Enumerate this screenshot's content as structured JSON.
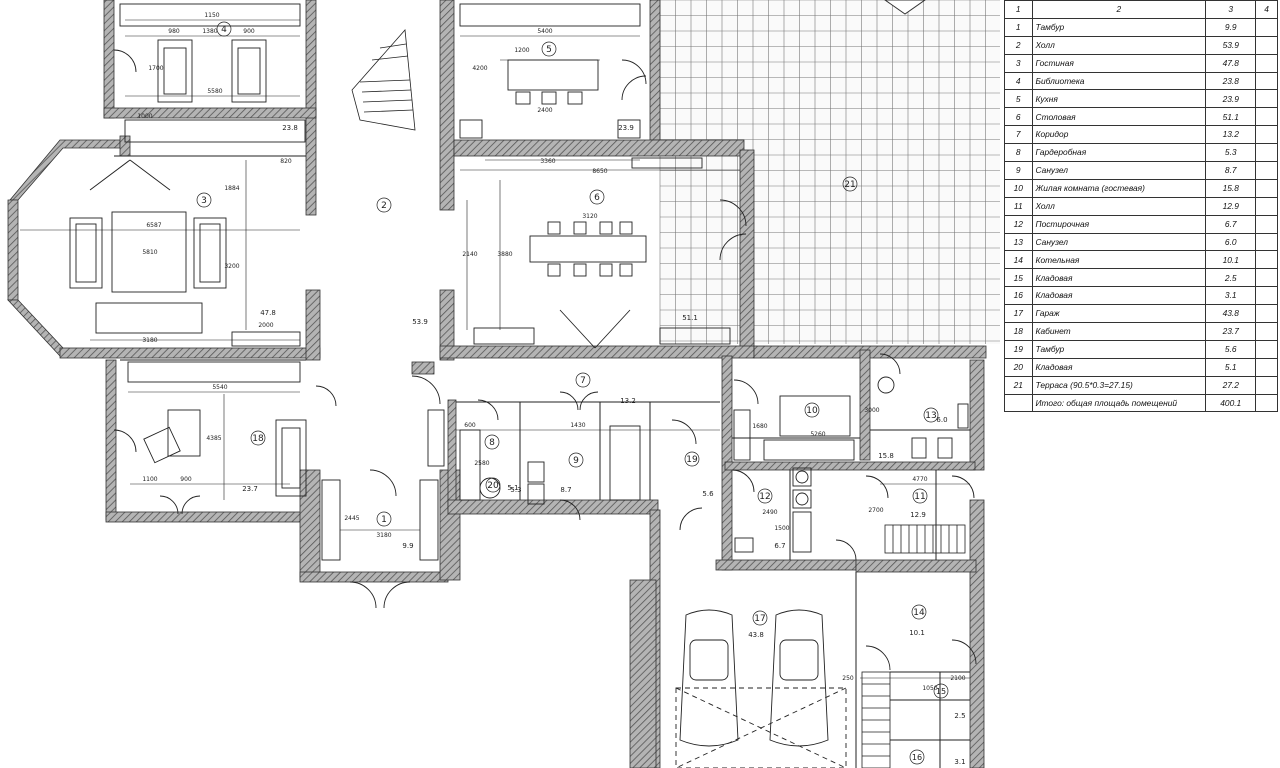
{
  "explication": {
    "header": [
      "1",
      "2",
      "3",
      "4"
    ],
    "rows": [
      {
        "no": "1",
        "name": "Тамбур",
        "area": "9.9"
      },
      {
        "no": "2",
        "name": "Холл",
        "area": "53.9"
      },
      {
        "no": "3",
        "name": "Гостиная",
        "area": "47.8"
      },
      {
        "no": "4",
        "name": "Библиотека",
        "area": "23.8"
      },
      {
        "no": "5",
        "name": "Кухня",
        "area": "23.9"
      },
      {
        "no": "6",
        "name": "Столовая",
        "area": "51.1"
      },
      {
        "no": "7",
        "name": "Коридор",
        "area": "13.2"
      },
      {
        "no": "8",
        "name": "Гардеробная",
        "area": "5.3"
      },
      {
        "no": "9",
        "name": "Санузел",
        "area": "8.7"
      },
      {
        "no": "10",
        "name": "Жилая комната (гостевая)",
        "area": "15.8"
      },
      {
        "no": "11",
        "name": "Холл",
        "area": "12.9"
      },
      {
        "no": "12",
        "name": "Постирочная",
        "area": "6.7"
      },
      {
        "no": "13",
        "name": "Санузел",
        "area": "6.0"
      },
      {
        "no": "14",
        "name": "Котельная",
        "area": "10.1"
      },
      {
        "no": "15",
        "name": "Кладовая",
        "area": "2.5"
      },
      {
        "no": "16",
        "name": "Кладовая",
        "area": "3.1"
      },
      {
        "no": "17",
        "name": "Гараж",
        "area": "43.8"
      },
      {
        "no": "18",
        "name": "Кабинет",
        "area": "23.7"
      },
      {
        "no": "19",
        "name": "Тамбур",
        "area": "5.6"
      },
      {
        "no": "20",
        "name": "Кладовая",
        "area": "5.1"
      },
      {
        "no": "21",
        "name": "Терраса (90.5*0.3=27.15)",
        "area": "27.2"
      }
    ],
    "total": {
      "name": "Итого: общая площадь помещений",
      "area": "400.1"
    }
  },
  "rooms": {
    "r1": {
      "no": "1",
      "area": "9.9"
    },
    "r2": {
      "no": "2",
      "area": "53.9"
    },
    "r3": {
      "no": "3",
      "area": "47.8"
    },
    "r4": {
      "no": "4",
      "area": "23.8"
    },
    "r5": {
      "no": "5",
      "area": "23.9"
    },
    "r6": {
      "no": "6",
      "area": "51.1"
    },
    "r7": {
      "no": "7",
      "area": "13.2"
    },
    "r8": {
      "no": "8",
      "area": "5.3"
    },
    "r9": {
      "no": "9",
      "area": "8.7"
    },
    "r10": {
      "no": "10",
      "area": "15.8"
    },
    "r11": {
      "no": "11",
      "area": "12.9"
    },
    "r12": {
      "no": "12",
      "area": "6.7"
    },
    "r13": {
      "no": "13",
      "area": "6.0"
    },
    "r14": {
      "no": "14",
      "area": "10.1"
    },
    "r15": {
      "no": "15",
      "area": "2.5"
    },
    "r16": {
      "no": "16",
      "area": "3.1"
    },
    "r17": {
      "no": "17",
      "area": "43.8"
    },
    "r18": {
      "no": "18",
      "area": "23.7"
    },
    "r19": {
      "no": "19",
      "area": "5.6"
    },
    "r20": {
      "no": "20",
      "area": "5.1"
    },
    "r21": {
      "no": "21"
    }
  },
  "dims": {
    "d1150": "1150",
    "d980": "980",
    "d1380": "1380",
    "d900a": "900",
    "d5580": "5580",
    "d1700a": "1700",
    "d1000a": "1000",
    "d820": "820",
    "d6587": "6587",
    "d1884": "1884",
    "d3200a": "3200",
    "d5810": "5810",
    "d2000a": "2000",
    "d3180a": "3180",
    "d5400": "5400",
    "d1200a": "1200",
    "d4200": "4200",
    "d2400a": "2400",
    "d3360": "3360",
    "d8650": "8650",
    "d3120": "3120",
    "d2140": "2140",
    "d3880": "3880",
    "d5540": "5540",
    "d4385": "4385",
    "d1100a": "1100",
    "d900b": "900",
    "d3180b": "3180",
    "d2445": "2445",
    "d1430": "1430",
    "d600": "600",
    "d2580": "2580",
    "d5260": "5260",
    "d1680": "1680",
    "d2490": "2490",
    "d1500": "1500",
    "d4770": "4770",
    "d2700": "2700",
    "d250": "250",
    "d2100": "2100",
    "d1050": "1050",
    "d3000": "3000"
  },
  "colors": {
    "wall": "#8a8a8a",
    "wall_hatch": "#555555",
    "line": "#222222",
    "grid": "#777777"
  }
}
